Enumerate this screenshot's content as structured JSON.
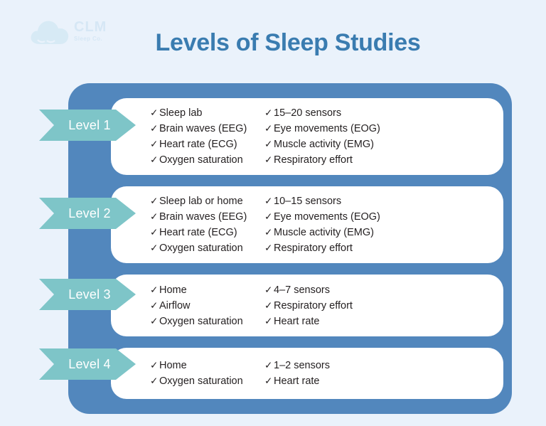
{
  "brand": {
    "logo_icon": "cloud-icon",
    "name": "CLM",
    "tagline": "Sleep Co."
  },
  "header": {
    "title": "Levels of Sleep Studies"
  },
  "colors": {
    "background": "#eaf2fb",
    "panel": "#5287bd",
    "tag": "#7ec5c8",
    "card": "#ffffff",
    "title": "#3a7cb0",
    "text": "#231f20",
    "logo": "#d6e7f5"
  },
  "check_glyph": "✓",
  "levels": [
    {
      "label": "Level 1",
      "left": [
        "Sleep lab",
        "Brain waves (EEG)",
        "Heart rate (ECG)",
        "Oxygen saturation"
      ],
      "right": [
        "15–20 sensors",
        "Eye movements (EOG)",
        "Muscle activity (EMG)",
        "Respiratory effort"
      ]
    },
    {
      "label": "Level 2",
      "left": [
        "Sleep lab or home",
        "Brain waves (EEG)",
        "Heart rate (ECG)",
        "Oxygen saturation"
      ],
      "right": [
        "10–15 sensors",
        "Eye movements (EOG)",
        "Muscle activity (EMG)",
        "Respiratory effort"
      ]
    },
    {
      "label": "Level 3",
      "left": [
        "Home",
        "Airflow",
        "Oxygen saturation"
      ],
      "right": [
        "4–7 sensors",
        "Respiratory effort",
        "Heart rate"
      ]
    },
    {
      "label": "Level 4",
      "left": [
        "Home",
        "Oxygen saturation"
      ],
      "right": [
        "1–2 sensors",
        "Heart rate"
      ]
    }
  ]
}
